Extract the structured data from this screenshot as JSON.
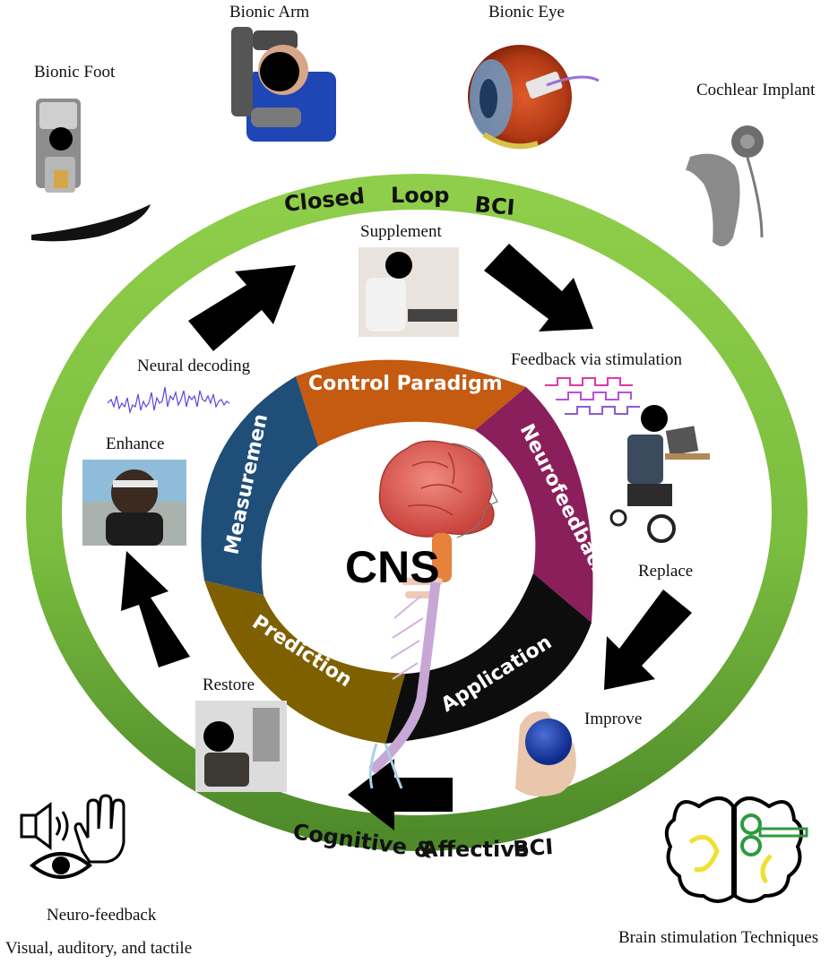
{
  "devices": {
    "bionic_foot": "Bionic Foot",
    "bionic_arm": "Bionic Arm",
    "bionic_eye": "Bionic Eye",
    "cochlear_implant": "Cochlear Implant"
  },
  "outer_ring": {
    "top_words": [
      "Closed",
      "Loop",
      "BCI"
    ],
    "bottom_words": [
      "Cognitive &",
      "Affective",
      "BCI"
    ],
    "color": "#7cc043"
  },
  "cycle_labels": {
    "supplement": "Supplement",
    "feedback": "Feedback via stimulation",
    "replace": "Replace",
    "improve": "Improve",
    "restore": "Restore",
    "enhance": "Enhance",
    "neural_decoding": "Neural decoding"
  },
  "segments": [
    {
      "label": "Control Paradigm",
      "color": "#c55a11"
    },
    {
      "label": "Neurofeedback",
      "color": "#8b1f5c"
    },
    {
      "label": "Application",
      "color": "#0d0d0d"
    },
    {
      "label": "Prediction",
      "color": "#7f6000"
    },
    {
      "label": "Measuremen",
      "color": "#1f4e79"
    }
  ],
  "center": {
    "label": "CNS"
  },
  "corners": {
    "neuro_feedback": "Neuro-feedback",
    "modalities": "Visual, auditory, and tactile",
    "brain_stimulation": "Brain stimulation Techniques"
  }
}
